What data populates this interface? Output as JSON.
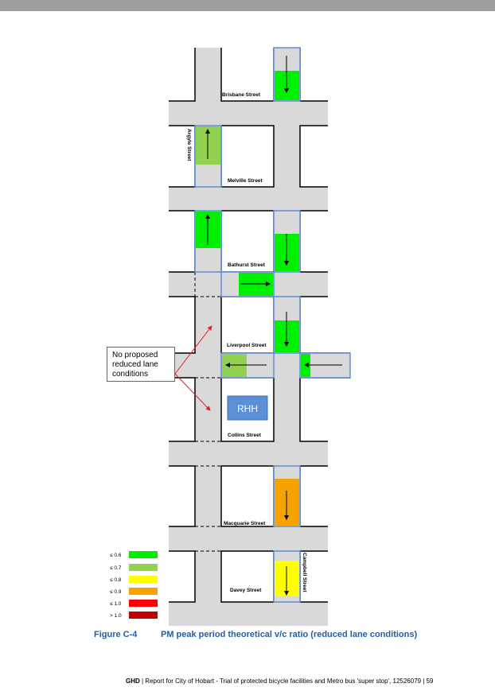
{
  "streets": {
    "brisbane": "Brisbane Street",
    "argyle": "Argyle Street",
    "melville": "Melville Street",
    "bathurst": "Bathurst Street",
    "liverpool": "Liverpool Street",
    "collins": "Collins Street",
    "macquarie": "Macquarie Street",
    "davey": "Davey Street",
    "campbell": "Campbell Street"
  },
  "rhh_label": "RHH",
  "callout_text": "No proposed\nreduced lane\nconditions",
  "legend": [
    {
      "label": "≤ 0.6",
      "color": "#00ee00"
    },
    {
      "label": "≤ 0.7",
      "color": "#92d050"
    },
    {
      "label": "≤ 0.8",
      "color": "#ffff00"
    },
    {
      "label": "≤ 0.9",
      "color": "#f5a300"
    },
    {
      "label": "≤ 1.0",
      "color": "#ff0000"
    },
    {
      "label": "> 1.0",
      "color": "#c00000"
    }
  ],
  "lane_segments": [
    {
      "id": "campbell-brisbane",
      "street": "Campbell Street",
      "direction": "south",
      "ratio_band": "≤ 0.6"
    },
    {
      "id": "argyle-melville",
      "street": "Argyle Street",
      "direction": "north",
      "ratio_band": "≤ 0.7"
    },
    {
      "id": "argyle-bathurst",
      "street": "Argyle Street",
      "direction": "north",
      "ratio_band": "≤ 0.6"
    },
    {
      "id": "campbell-bathurst",
      "street": "Campbell Street",
      "direction": "south",
      "ratio_band": "≤ 0.6"
    },
    {
      "id": "bathurst-east",
      "street": "Bathurst Street",
      "direction": "east",
      "ratio_band": "≤ 0.6"
    },
    {
      "id": "campbell-liverpool",
      "street": "Campbell Street",
      "direction": "south",
      "ratio_band": "≤ 0.6"
    },
    {
      "id": "liverpool-west-a",
      "street": "Liverpool Street",
      "direction": "west",
      "ratio_band": "≤ 0.7"
    },
    {
      "id": "liverpool-west-b",
      "street": "Liverpool Street",
      "direction": "west",
      "ratio_band": "≤ 0.6"
    },
    {
      "id": "campbell-macquarie",
      "street": "Campbell Street",
      "direction": "south",
      "ratio_band": "≤ 0.9"
    },
    {
      "id": "campbell-davey",
      "street": "Campbell Street",
      "direction": "south",
      "ratio_band": "≤ 0.8"
    }
  ],
  "colors": {
    "road": "#d9d9d9",
    "lane_outline": "#5b8fd6",
    "rhh_fill": "#5b8fd6",
    "caption": "#1f5fa8"
  },
  "caption": {
    "number": "Figure C-4",
    "title": "PM peak period theoretical v/c ratio (reduced lane conditions)"
  },
  "footer": {
    "org": "GHD",
    "text": " | Report for City of Hobart - Trial of protected bicycle facilities and Metro bus 'super stop', 12526079 | 59"
  }
}
